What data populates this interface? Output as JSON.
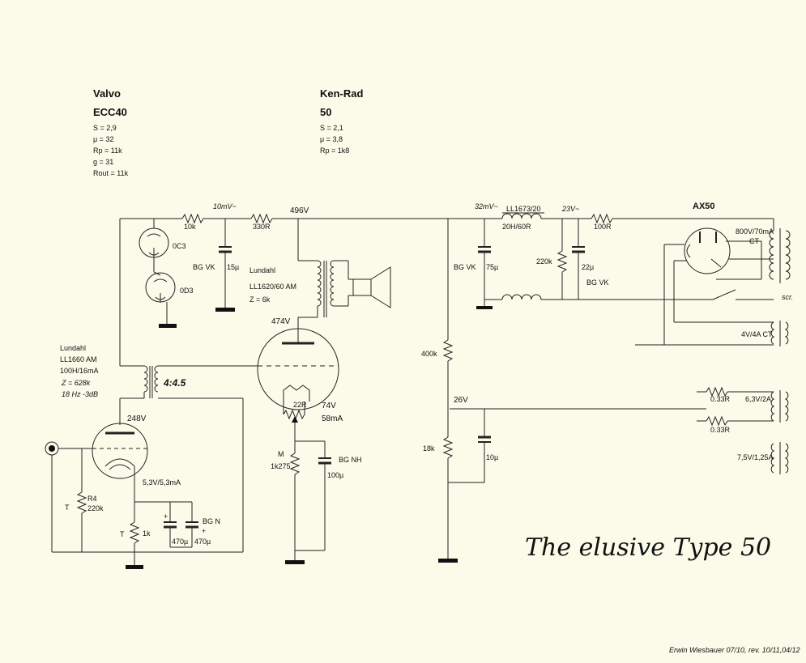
{
  "tube1": {
    "maker": "Valvo",
    "type": "ECC40",
    "params": [
      "S = 2,9",
      "μ = 32",
      "Rp = 11k",
      "g = 31",
      "Rout = 11k"
    ]
  },
  "tube2": {
    "maker": "Ken-Rad",
    "type": "50",
    "params": [
      "S = 2,1",
      "μ = 3,8",
      "Rp = 1k8"
    ]
  },
  "labels": {
    "sig1": "10mV~",
    "r10k": "10k",
    "r330": "330R",
    "v496": "496V",
    "oc3": "0C3",
    "od3": "0D3",
    "bgvk1": "BG VK",
    "c15": "15µ",
    "otx": [
      "Lundahl",
      "LL1620/60 AM",
      "Z = 6k"
    ],
    "v474": "474V",
    "itx": [
      "Lundahl",
      "LL1660 AM",
      "100H/16mA"
    ],
    "itx_z": "Z = 628k",
    "itx_f": "18 Hz -3dB",
    "ratio": "4:4.5",
    "v248": "248V",
    "r22": "22R",
    "v74": "74V",
    "i58": "58mA",
    "m": "M",
    "r1k275": "1k275",
    "bgnh": "BG NH",
    "c100": "100µ",
    "heat1": "5,3V/5,3mA",
    "t1": "T",
    "r4": "R4",
    "r220k": "220k",
    "t2": "T",
    "r1k": "1k",
    "bgn": "BG N",
    "c470a": "470µ",
    "c470b": "470µ",
    "plus1": "+",
    "plus2": "+",
    "sig2": "32mV~",
    "choke": "LL1673/20",
    "choke_val": "20H/60R",
    "sig3": "23V~",
    "r100": "100R",
    "bgvk2": "BG VK",
    "c75": "75µ",
    "r220k2": "220k",
    "c22": "22µ",
    "bgvk3": "BG VK",
    "ax50": "AX50",
    "ptx1": "800V/70mA",
    "ct1": "CT",
    "scr": "scr.",
    "ptx2": "4V/4A CT",
    "r400k": "400k",
    "v26": "26V",
    "r18k": "18k",
    "c10": "10µ",
    "r033a": "0.33R",
    "r033b": "0.33R",
    "ptx3": "6,3V/2A",
    "ptx4": "7,5V/1,25A"
  },
  "title": "The elusive Type 50",
  "credit": "Erwin Wiesbauer 07/10, rev. 10/11,04/12"
}
